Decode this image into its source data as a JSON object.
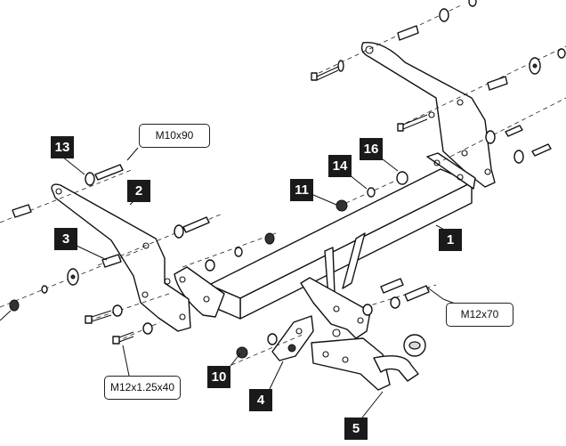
{
  "callouts": {
    "n1": "1",
    "n2": "2",
    "n3": "3",
    "n4": "4",
    "n5": "5",
    "n10": "10",
    "n11": "11",
    "n13": "13",
    "n14": "14",
    "n16": "16"
  },
  "specs": {
    "m10x90": "M10x90",
    "m12x70": "M12x70",
    "m12x125x40": "M12x1.25x40"
  },
  "colors": {
    "callout_bg": "#1a1a1a",
    "callout_text": "#ffffff",
    "line": "#111111"
  }
}
